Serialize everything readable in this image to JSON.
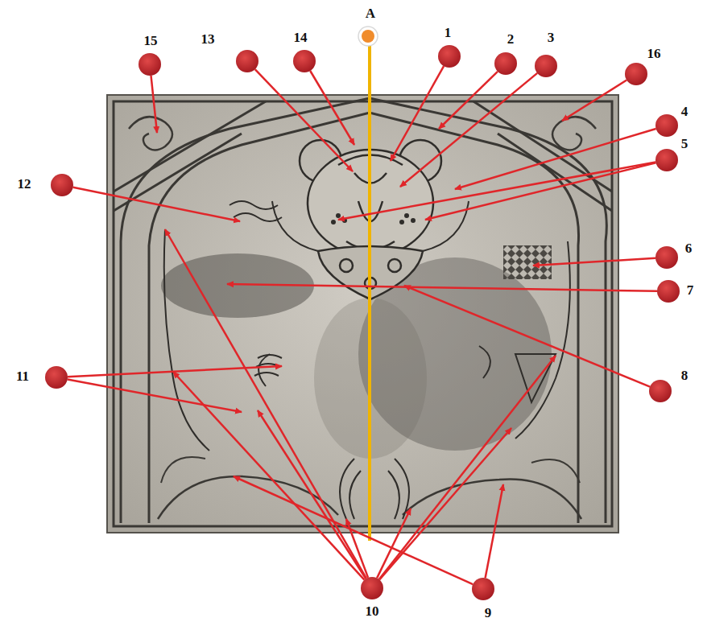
{
  "diagram": {
    "labels": [
      "A",
      "15",
      "13",
      "14",
      "1",
      "2",
      "3",
      "16",
      "4",
      "5",
      "12",
      "6",
      "7",
      "11",
      "8",
      "10",
      "9"
    ]
  }
}
